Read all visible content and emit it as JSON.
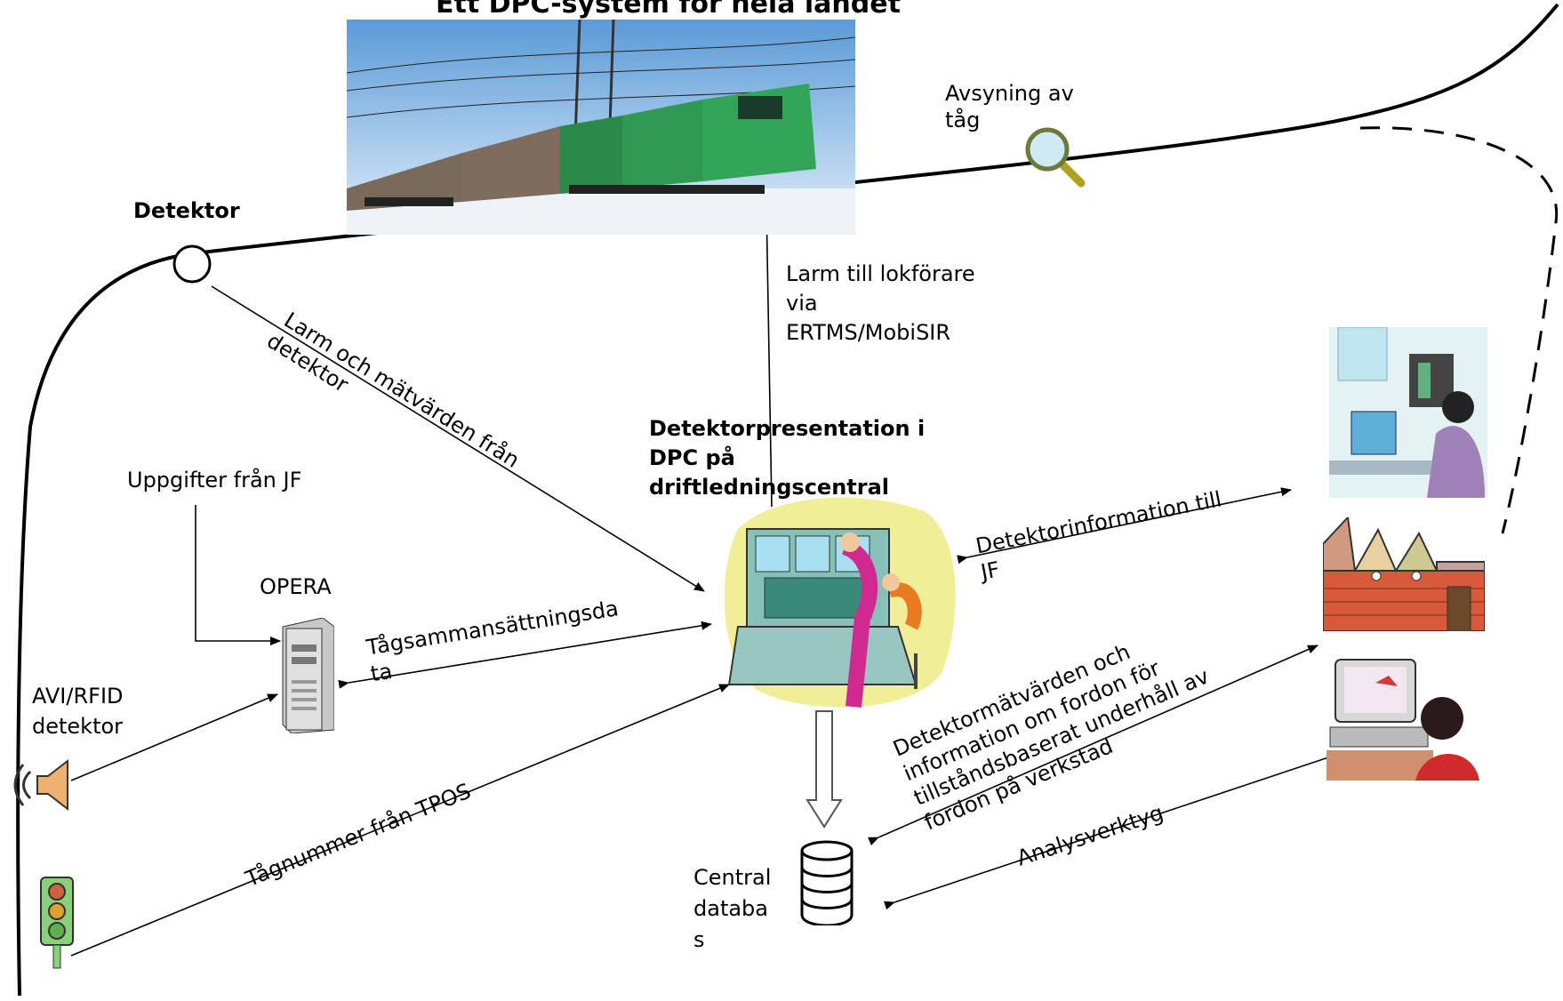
{
  "title": "Ett DPC-system för hela landet",
  "labels": {
    "avsyning": [
      "Avsyning av",
      "tåg"
    ],
    "detektor": "Detektor",
    "larm_lokforare": [
      "Larm till lokförare",
      "via",
      "ERTMS/MobiSIR"
    ],
    "larm_matvarden": [
      "Larm och mätvärden från",
      "detektor"
    ],
    "dpc": [
      "Detektorpresentation i",
      "DPC på",
      "driftledningscentral"
    ],
    "uppgifter_jf": "Uppgifter från JF",
    "opera": "OPERA",
    "tagsammansattning": [
      "Tågsammansättningsda",
      "ta"
    ],
    "avi": [
      "AVI/RFID",
      "detektor"
    ],
    "tagnummer": "Tågnummer från TPOS",
    "detektorinfo": [
      "Detektorinformation till",
      "JF"
    ],
    "verkstad": [
      "Detektormätvärden och",
      "information om fordon för",
      "tillståndsbaserat underhåll av",
      "fordon på verkstad"
    ],
    "analysverktyg": "Analysverktyg",
    "central": [
      "Central",
      "databa",
      "s"
    ]
  },
  "icons": [
    "train-photo",
    "magnifier-icon",
    "detector-circle-icon",
    "control-room-clipart",
    "server-computer-icon",
    "loudspeaker-icon",
    "traffic-light-icon",
    "database-icon",
    "office-worker-clipart",
    "workshop-building-clipart",
    "analyst-computer-clipart"
  ]
}
